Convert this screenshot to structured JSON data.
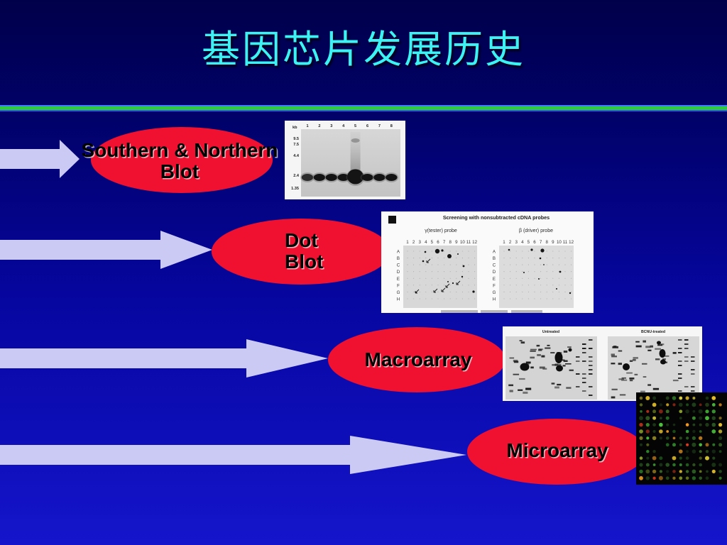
{
  "slide": {
    "title": "基因芯片发展历史"
  },
  "stages": [
    {
      "label_lines": [
        "Southern & Northern",
        "Blot"
      ]
    },
    {
      "label_lines": [
        "Dot",
        "Blot"
      ]
    },
    {
      "label_lines": [
        "Macroarray"
      ]
    },
    {
      "label_lines": [
        "Microarray"
      ]
    }
  ],
  "gel_image": {
    "unit_label": "kb",
    "lane_labels": [
      "1",
      "2",
      "3",
      "4",
      "5",
      "6",
      "7",
      "8"
    ],
    "size_markers": [
      "9.5",
      "7.5",
      "4.4",
      "2.4",
      "1.35"
    ]
  },
  "dot_blot_image": {
    "title": "Screening with nonsubtracted cDNA probes",
    "tester_probe_label": "γ(tester) probe",
    "driver_probe_label": "β (driver) probe",
    "column_labels": [
      "1",
      "2",
      "3",
      "4",
      "5",
      "6",
      "7",
      "8",
      "9",
      "10",
      "11",
      "12"
    ],
    "row_labels": [
      "A",
      "B",
      "C",
      "D",
      "E",
      "F",
      "G",
      "H"
    ]
  },
  "macroarray_image": {
    "untreated_label": "Untreated",
    "treated_label": "BCNU-treated"
  },
  "colors": {
    "title": "#3cf2f2",
    "stage_ellipse": "#f01030",
    "arrow": "#cacaf4",
    "label_text": "#000000",
    "separator": "#2fcc3a"
  }
}
